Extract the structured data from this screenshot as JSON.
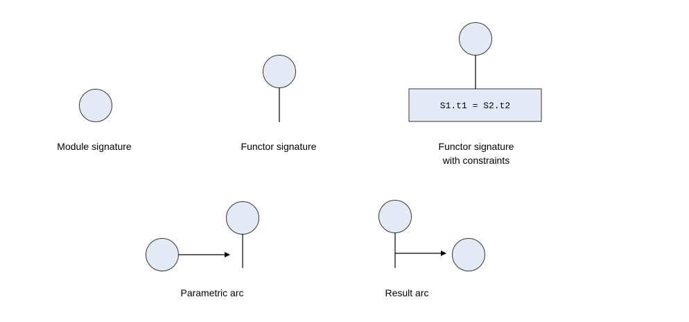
{
  "captions": {
    "module_signature": "Module signature",
    "functor_signature": "Functor signature",
    "functor_with_constraints_line1": "Functor signature",
    "functor_with_constraints_line2": "with constraints",
    "parametric_arc": "Parametric arc",
    "result_arc": "Result arc"
  },
  "constraint_box": {
    "text": "S1.t1 = S2.t2"
  },
  "colors": {
    "node_fill": "#e4eaf5",
    "node_stroke": "#333333",
    "line": "#000000"
  }
}
